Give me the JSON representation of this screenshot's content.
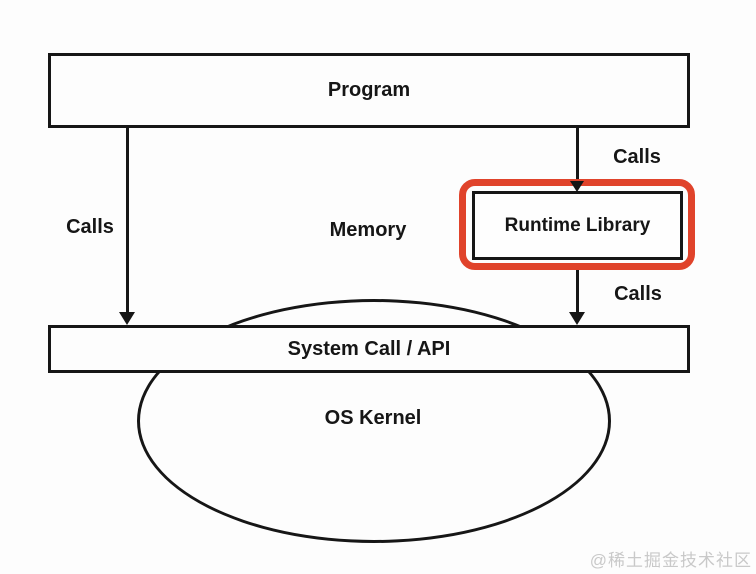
{
  "diagram": {
    "nodes": {
      "program": {
        "label": "Program"
      },
      "runtime_library": {
        "label": "Runtime Library"
      },
      "system_call": {
        "label": "System Call / API"
      },
      "os_kernel": {
        "label": "OS Kernel"
      },
      "memory": {
        "label": "Memory"
      }
    },
    "edges": {
      "program_to_syscall": {
        "label": "Calls"
      },
      "program_to_runtime": {
        "label": "Calls"
      },
      "runtime_to_syscall": {
        "label": "Calls"
      }
    },
    "colors": {
      "highlight": "#e0432b",
      "line": "#161616",
      "background": "#fdfdfd",
      "watermark": "#c9c9c9"
    }
  },
  "watermark": {
    "text": "@稀土掘金技术社区"
  }
}
